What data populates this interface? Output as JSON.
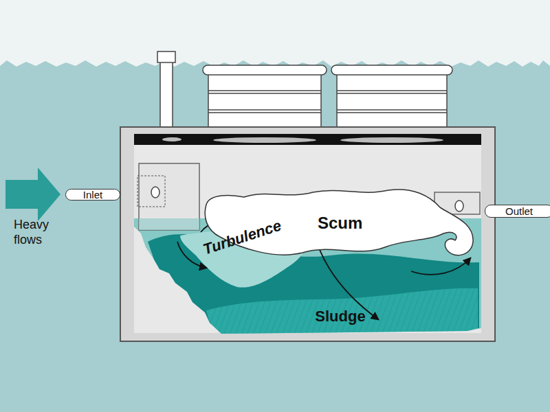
{
  "diagram": {
    "nodes": [
      {
        "text": [
          "Inlet"
        ]
      },
      {
        "text": [
          "Scum"
        ]
      },
      {
        "text": [
          "Sludge"
        ]
      },
      {
        "text": [
          "Outlet"
        ]
      }
    ],
    "labels": [
      "Heavy flows",
      "Turbulence"
    ]
  }
}
